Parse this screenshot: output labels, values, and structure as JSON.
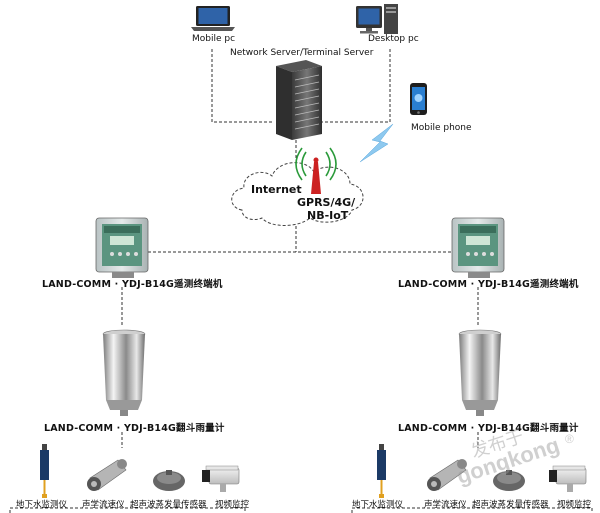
{
  "top": {
    "mobile_pc": "Mobile pc",
    "desktop_pc": "Desktop pc",
    "server": "Network Server/Terminal Server",
    "mobile_phone": "Mobile phone"
  },
  "cloud": {
    "internet": "Internet",
    "network_line1": "GPRS/4G/",
    "network_line2": "NB-IoT"
  },
  "left": {
    "terminal": "LAND-COMM · YDJ-B14G遥测终端机",
    "gauge": "LAND-COMM · YDJ-B14G翻斗雨量计",
    "sensors": [
      "地下水监测仪",
      "声学流速仪",
      "超声波蒸发量传感器",
      "视频监控"
    ]
  },
  "right": {
    "terminal": "LAND-COMM · YDJ-B14G遥测终端机",
    "gauge": "LAND-COMM · YDJ-B14G翻斗雨量计",
    "sensors": [
      "地下水监测仪",
      "声学流速仪",
      "超声波蒸发量传感器",
      "视频监控"
    ]
  },
  "watermark": {
    "cn": "发布于",
    "en": "gongkong",
    "mark": "®"
  },
  "colors": {
    "line": "#333333",
    "box_green": "#4d8a72",
    "phone_blue": "#2a7fd1",
    "lightning": "#8ec9ef"
  }
}
